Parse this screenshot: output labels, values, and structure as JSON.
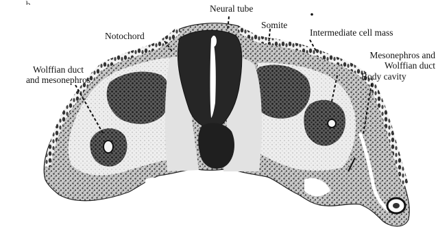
{
  "figure": {
    "top_fragment": "..., ..,.  b ... ...  ... ...,",
    "labels": {
      "neural_tube": "Neural tube",
      "notochord": "Notochord",
      "somite": "Somite",
      "intermediate_cell_mass": "Intermediate cell mass",
      "wolffian_left_line1": "Wolffian duct",
      "wolffian_left_line2": "and mesonephros",
      "mesonephros_right_line1": "Mesonephros and",
      "mesonephros_right_line2": "Wolffian duct",
      "body_cavity": "Body cavity"
    }
  },
  "colors": {
    "ink": "#111111",
    "tissue_dark": "#1a1a1a",
    "tissue_mid": "#6a6a6a",
    "tissue_light": "#d8d8d8",
    "background": "#ffffff"
  }
}
